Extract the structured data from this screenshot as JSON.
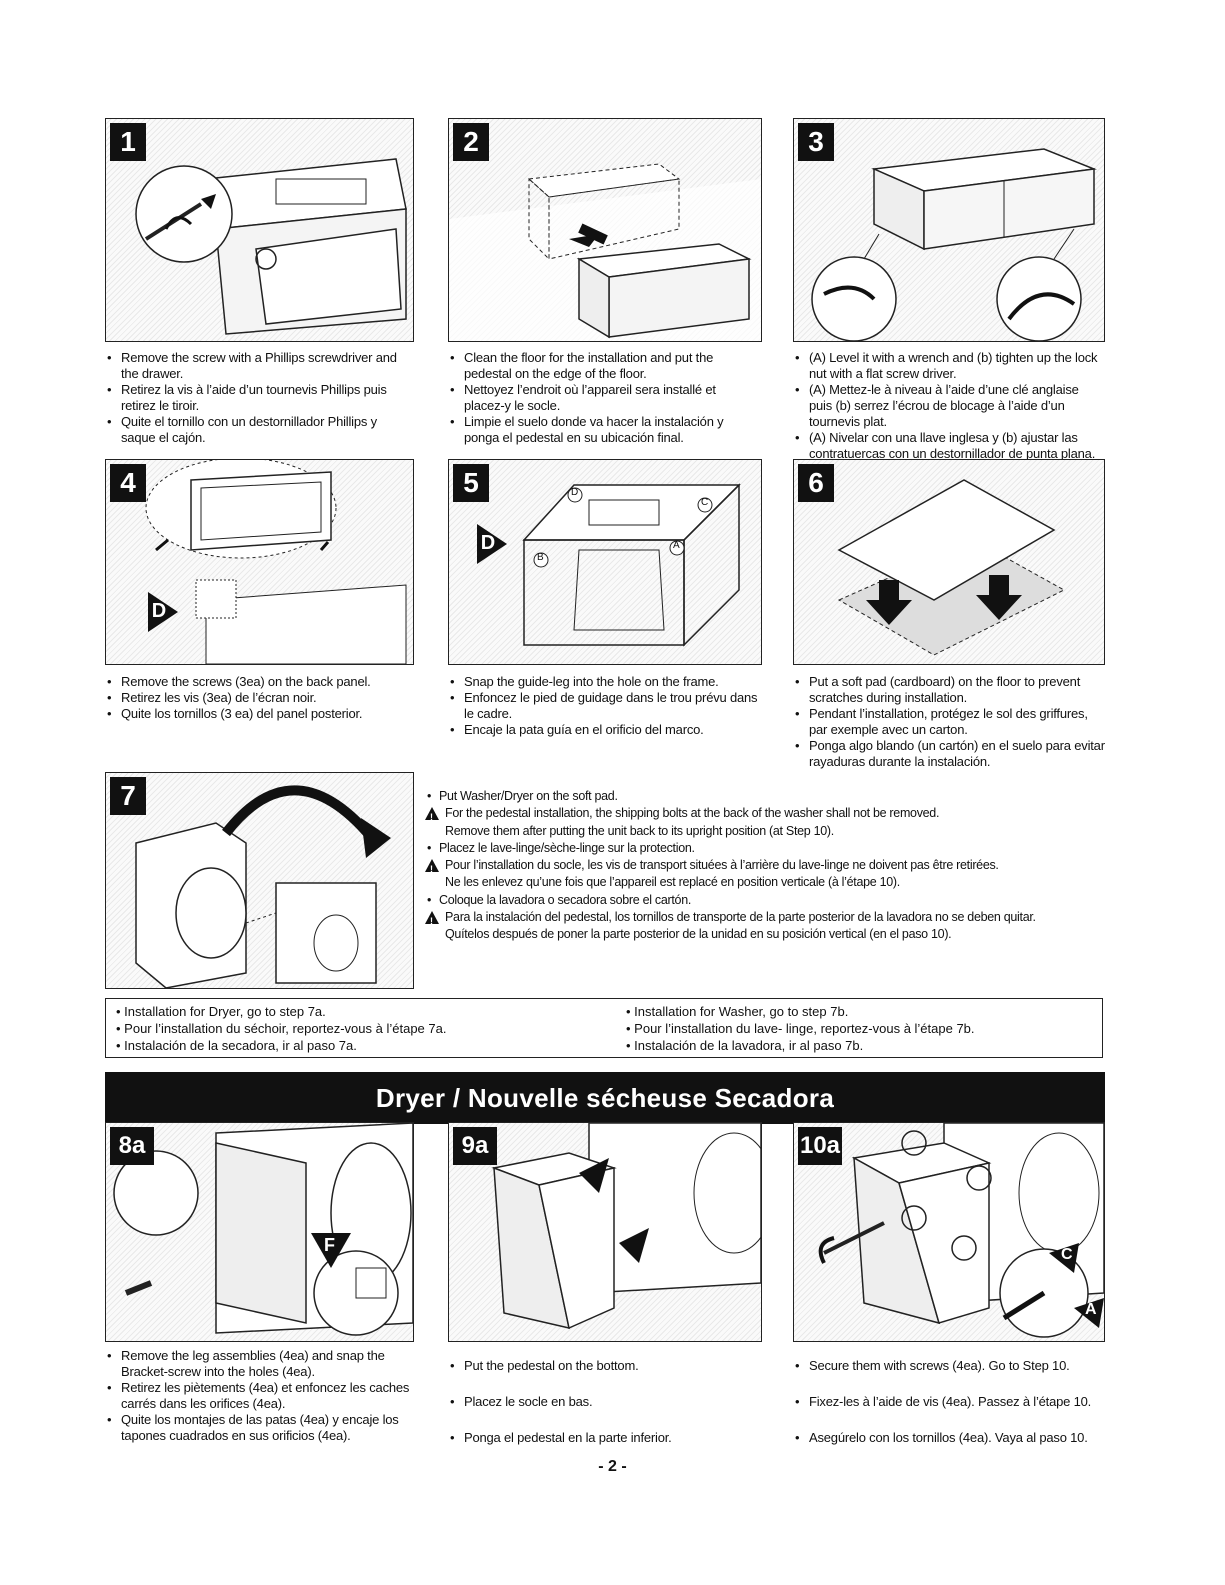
{
  "steps": {
    "s1": {
      "badge": "1",
      "lines": [
        "Remove the screw with a Phillips screwdriver and the drawer.",
        "Retirez la vis à l’aide d’un tournevis Phillips puis retirez le tiroir.",
        "Quite el tornillo con un destornillador Phillips y saque el cajón."
      ]
    },
    "s2": {
      "badge": "2",
      "lines": [
        "Clean the floor for the installation and put the pedestal on the edge of the floor.",
        "Nettoyez l’endroit où l’appareil sera installé et placez-y le socle.",
        "Limpie el suelo donde va hacer la instalación y ponga el pedestal en su ubicación final."
      ]
    },
    "s3": {
      "badge": "3",
      "lines": [
        "(A) Level it with a wrench and (b) tighten up the lock nut with a flat screw driver.",
        "(A) Mettez-le à niveau à l’aide d’une clé anglaise puis (b) serrez l’écrou de blocage à l’aide d’un tournevis plat.",
        "(A) Nivelar con una llave inglesa y (b) ajustar las contratuercas con un destornillador de punta plana."
      ]
    },
    "s4": {
      "badge": "4",
      "label": "D",
      "lines": [
        "Remove the screws (3ea) on the back panel.",
        "Retirez les vis (3ea) de l’écran noir.",
        "Quite los tornillos (3 ea) del panel posterior."
      ]
    },
    "s5": {
      "badge": "5",
      "label": "D",
      "marks": [
        "D",
        "C",
        "B",
        "A"
      ],
      "lines": [
        "Snap the guide-leg into the hole on the frame.",
        "Enfoncez le pied de guidage dans le trou prévu dans le cadre.",
        "Encaje la pata guía en el orificio del marco."
      ]
    },
    "s6": {
      "badge": "6",
      "lines": [
        "Put a soft pad (cardboard) on the floor to prevent scratches during installation.",
        "Pendant l’installation, protégez le sol des griffures, par exemple avec un carton.",
        "Ponga algo blando (un cartón) en el suelo para evitar rayaduras durante la instalación."
      ]
    },
    "s7": {
      "badge": "7",
      "en": "Put Washer/Dryer on the soft pad.",
      "en_warn1": "For the pedestal installation, the shipping bolts at the back of the washer shall not be removed.",
      "en_warn2": "Remove them after putting the unit back to its upright position (at Step 10).",
      "fr": "Placez le lave-linge/sèche-linge sur la protection.",
      "fr_warn1": "Pour l’installation du socle, les vis de transport situées à l’arrière du lave-linge ne doivent pas être retirées.",
      "fr_warn2": "Ne les enlevez qu’une fois que l’appareil est replacé en position verticale (à l’étape 10).",
      "es": "Coloque la lavadora o secadora sobre el cartón.",
      "es_warn1": "Para la instalación del pedestal, los tornillos de transporte de la parte posterior de la lavadora no se deben quitar.",
      "es_warn2": "Quítelos después de poner la parte posterior de la unidad en su posición vertical (en el paso 10)."
    },
    "s8a": {
      "badge": "8a",
      "label": "F",
      "lines": [
        "Remove the leg assemblies (4ea) and snap the Bracket-screw into the holes (4ea).",
        "Retirez les piètements (4ea) et enfoncez les caches carrés dans les orifices (4ea).",
        "Quite los montajes de las patas (4ea) y encaje los tapones cuadrados en sus orificios (4ea)."
      ]
    },
    "s9a": {
      "badge": "9a",
      "lines": [
        "Put the pedestal on the bottom.",
        "Placez le socle en bas.",
        "Ponga el pedestal en la parte inferior."
      ]
    },
    "s10a": {
      "badge": "10a",
      "labelC": "C",
      "labelA": "A",
      "lines": [
        "Secure them with screws (4ea). Go to Step 10.",
        "Fixez-les à l’aide de vis (4ea). Passez à l’étape 10.",
        "Asegúrelo con los tornillos (4ea). Vaya al paso 10."
      ]
    }
  },
  "goto": {
    "dryer": [
      "• Installation for Dryer, go to step 7a.",
      "• Pour l’installation du séchoir, reportez-vous à l’étape 7a.",
      "• Instalación de la secadora, ir al paso 7a."
    ],
    "washer": [
      "• Installation for Washer, go to step 7b.",
      "• Pour l’installation du lave- linge, reportez-vous  à l’étape 7b.",
      "• Instalación de la lavadora, ir al paso 7b."
    ]
  },
  "banner": "Dryer / Nouvelle sécheuse Secadora",
  "page_number": "- 2 -"
}
